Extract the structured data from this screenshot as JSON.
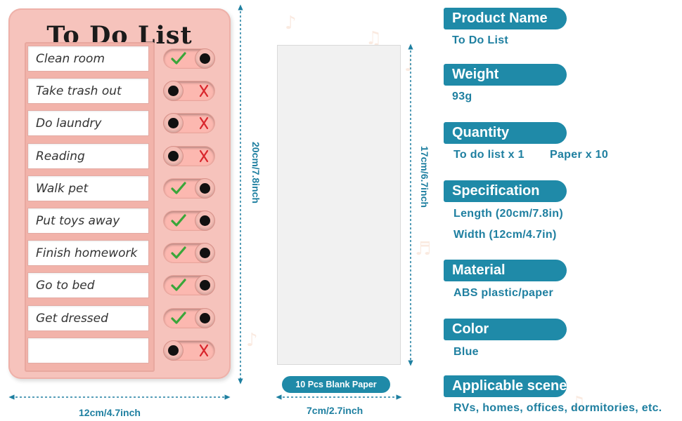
{
  "board": {
    "title": "To Do List",
    "tasks": [
      {
        "label": "Clean room",
        "status": "done"
      },
      {
        "label": "Take trash out",
        "status": "todo"
      },
      {
        "label": "Do laundry",
        "status": "todo"
      },
      {
        "label": "Reading",
        "status": "todo"
      },
      {
        "label": "Walk pet",
        "status": "done"
      },
      {
        "label": "Put toys away",
        "status": "done"
      },
      {
        "label": "Finish homework",
        "status": "done"
      },
      {
        "label": "Go to bed",
        "status": "done"
      },
      {
        "label": "Get dressed",
        "status": "done"
      },
      {
        "label": "",
        "status": "todo"
      }
    ]
  },
  "dimensions": {
    "board_width": "12cm/4.7inch",
    "board_height": "20cm/7.8inch",
    "paper_width": "7cm/2.7inch",
    "paper_height": "17cm/6.7inch"
  },
  "paper": {
    "badge": "10 Pcs Blank Paper"
  },
  "specs": {
    "product_name": {
      "label": "Product Name",
      "value": "To Do List"
    },
    "weight": {
      "label": "Weight",
      "value": "93g"
    },
    "quantity": {
      "label": "Quantity",
      "value_1": "To do list x 1",
      "value_2": "Paper x 10"
    },
    "specification": {
      "label": "Specification",
      "value_1": "Length (20cm/7.8in)",
      "value_2": "Width (12cm/4.7in)"
    },
    "material": {
      "label": "Material",
      "value": "ABS plastic/paper"
    },
    "color": {
      "label": "Color",
      "value": "Blue"
    },
    "applicable_scenes": {
      "label": "Applicable scenes",
      "value": "RVs, homes, offices, dormitories, etc."
    }
  },
  "colors": {
    "accent": "#1f8aa8",
    "board": "#f6c3bc",
    "check": "#3aa63a",
    "cross": "#d9262c"
  },
  "icons": {
    "done": "check-icon",
    "todo": "cross-icon"
  }
}
